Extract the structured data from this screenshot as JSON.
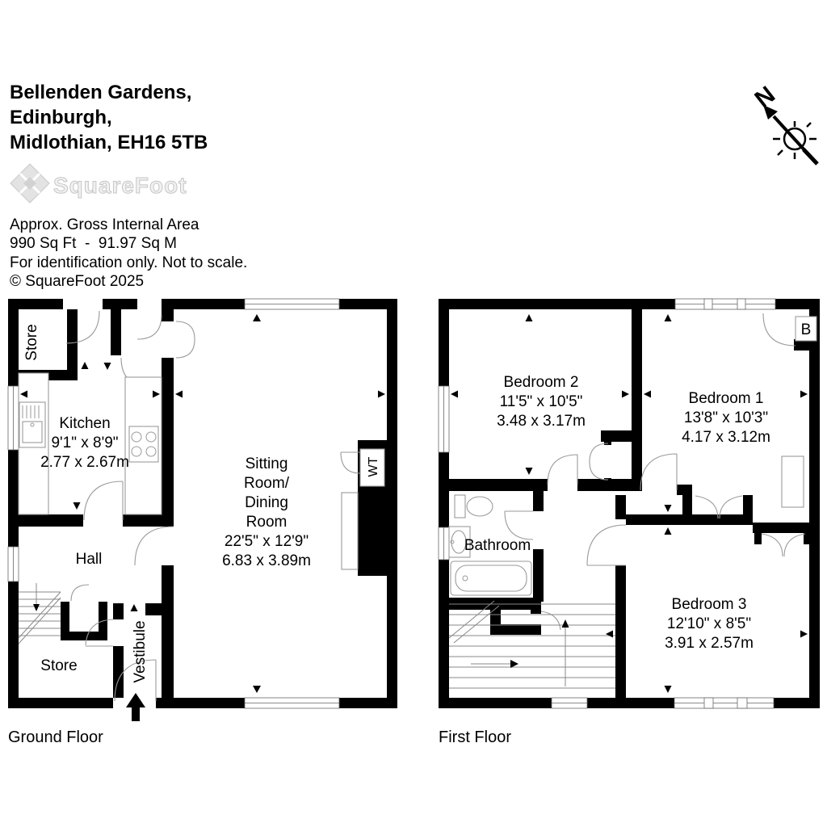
{
  "header": {
    "address_lines": [
      "Bellenden Gardens,",
      "Edinburgh,",
      "Midlothian, EH16 5TB"
    ],
    "logo_text": "SquareFoot",
    "area_lines": [
      "Approx. Gross Internal Area",
      "990 Sq Ft  -  91.97 Sq M",
      "For identification only. Not to scale.",
      "© SquareFoot 2025"
    ],
    "compass_label": "N"
  },
  "ground_floor": {
    "caption": "Ground Floor",
    "rooms": {
      "store_top": {
        "name": "Store"
      },
      "kitchen": {
        "name": "Kitchen",
        "imperial": "9'1\" x 8'9\"",
        "metric": "2.77 x 2.67m"
      },
      "sitting": {
        "line1": "Sitting",
        "line2": "Room/",
        "line3": "Dining",
        "line4": "Room",
        "imperial": "22'5\" x 12'9\"",
        "metric": "6.83 x 3.89m"
      },
      "hall": {
        "name": "Hall"
      },
      "store_bottom": {
        "name": "Store"
      },
      "vestibule": {
        "name": "Vestibule"
      },
      "water_tank": {
        "name": "WT"
      }
    }
  },
  "first_floor": {
    "caption": "First Floor",
    "rooms": {
      "bedroom2": {
        "name": "Bedroom 2",
        "imperial": "11'5\" x 10'5\"",
        "metric": "3.48 x 3.17m"
      },
      "bedroom1": {
        "name": "Bedroom 1",
        "imperial": "13'8\" x 10'3\"",
        "metric": "4.17 x 3.12m"
      },
      "bathroom": {
        "name": "Bathroom"
      },
      "bedroom3": {
        "name": "Bedroom 3",
        "imperial": "12'10\" x 8'5\"",
        "metric": "3.91 x 2.57m"
      },
      "boiler": {
        "name": "B"
      }
    }
  },
  "colors": {
    "wall": "#000000",
    "fixture_gray": "#9a9a9a",
    "logo_gray": "#d9d9d9"
  }
}
